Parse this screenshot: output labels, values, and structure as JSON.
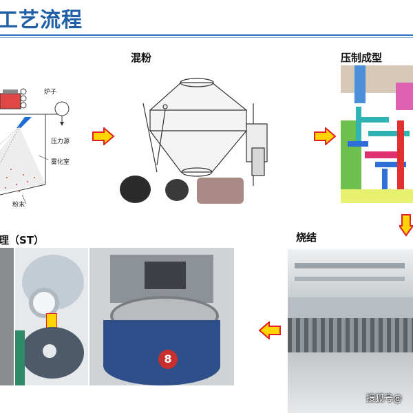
{
  "header": {
    "title": "工艺流程"
  },
  "steps": [
    {
      "id": "mixing",
      "label": "混粉"
    },
    {
      "id": "pressing",
      "label": "压制成型"
    },
    {
      "id": "sintering",
      "label": "烧结"
    },
    {
      "id": "treatment",
      "label": "理（ST）"
    }
  ],
  "atomization": {
    "labels": {
      "furnace": "炉子",
      "pressure_source": "压力源",
      "atomizing_chamber": "雾化室",
      "powder": "粉末"
    }
  },
  "furnace_badge": "8",
  "watermark": "搜狐号@",
  "colors": {
    "title": "#1f5fa8",
    "rule": "#2b75c4",
    "arrow_fill": "#ffd400",
    "arrow_stroke": "#e02020"
  }
}
